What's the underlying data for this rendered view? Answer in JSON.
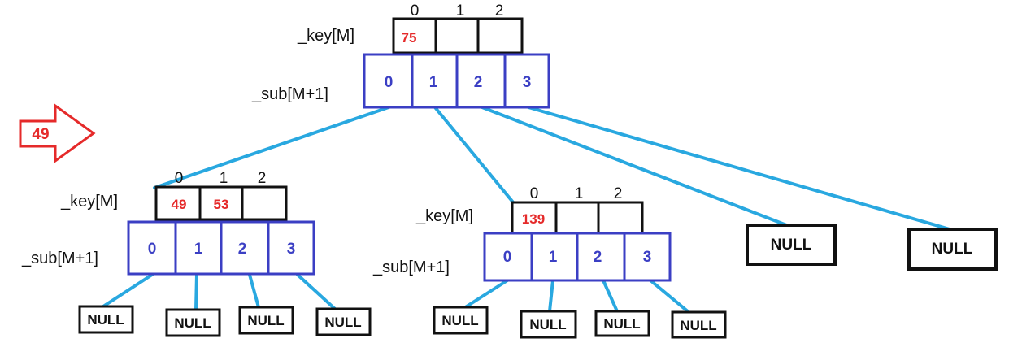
{
  "colors": {
    "edge": "#29a8e0",
    "key_border": "#111111",
    "sub_border": "#3b3fc4",
    "key_value": "#e52a2a",
    "sub_text": "#3b3fc4",
    "arrow": "#e52a2a"
  },
  "insert_arrow": {
    "label": "49"
  },
  "root": {
    "key_label": "_key[M]",
    "sub_label": "_sub[M+1]",
    "indices": [
      "0",
      "1",
      "2"
    ],
    "keys": [
      "75",
      "",
      ""
    ],
    "subs": [
      "0",
      "1",
      "2",
      "3"
    ]
  },
  "left_child": {
    "key_label": "_key[M]",
    "sub_label": "_sub[M+1]",
    "indices": [
      "0",
      "1",
      "2"
    ],
    "keys": [
      "49",
      "53",
      ""
    ],
    "subs": [
      "0",
      "1",
      "2",
      "3"
    ],
    "null_children": [
      "NULL",
      "NULL",
      "NULL",
      "NULL"
    ]
  },
  "middle_child": {
    "key_label": "_key[M]",
    "sub_label": "_sub[M+1]",
    "indices": [
      "0",
      "1",
      "2"
    ],
    "keys": [
      "139",
      "",
      ""
    ],
    "subs": [
      "0",
      "1",
      "2",
      "3"
    ],
    "null_children": [
      "NULL",
      "NULL",
      "NULL",
      "NULL"
    ]
  },
  "root_null_children": [
    "NULL",
    "NULL"
  ]
}
